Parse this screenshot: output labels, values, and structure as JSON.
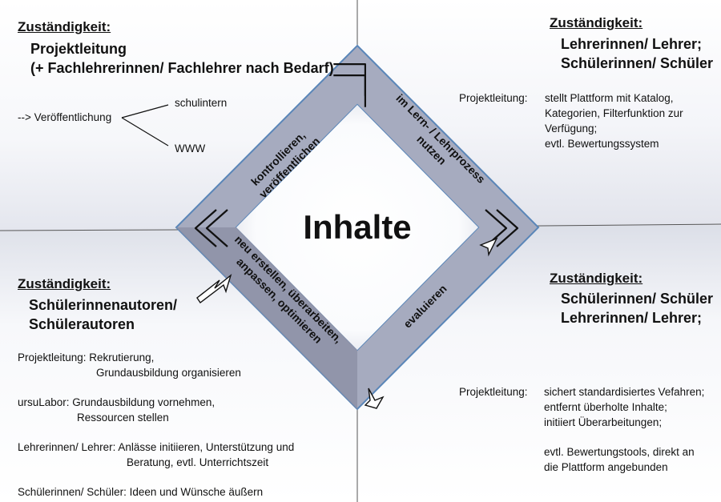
{
  "center_label": "Inhalte",
  "cycle_labels": {
    "top_left": [
      "kontrollieren,",
      "veröffentlichen"
    ],
    "top_right": [
      "im Lern- / Lehrprozess",
      "nutzen"
    ],
    "bottom_right": [
      "evaluieren"
    ],
    "bottom_left": [
      "neu erstellen, überarbeiten,",
      "anpassen, optimieren"
    ]
  },
  "top_left": {
    "heading": "Zuständigkeit:",
    "roles": [
      "Projektleitung",
      "(+ Fachlehrerinnen/ Fachlehrer nach Bedarf)"
    ],
    "publication": {
      "label": "--> Veröffentlichung",
      "branch_a": "schulintern",
      "branch_b": "WWW"
    }
  },
  "top_right": {
    "heading": "Zuständigkeit:",
    "roles": [
      "Lehrerinnen/ Lehrer;",
      "Schülerinnen/ Schüler"
    ],
    "label": "Projektleitung:",
    "lines": [
      "stellt Plattform mit Katalog,",
      "Kategorien, Filterfunktion zur",
      "Verfügung;",
      "evtl. Bewertungssystem"
    ]
  },
  "bottom_left": {
    "heading": "Zuständigkeit:",
    "roles": [
      "Schülerinnenautoren/",
      "Schülerautoren"
    ],
    "tasks": [
      {
        "line1": "Projektleitung: Rekrutierung,",
        "line2": "Grundausbildung organisieren"
      },
      {
        "line1": "ursuLabor: Grundausbildung vornehmen,",
        "line2": "Ressourcen stellen"
      },
      {
        "line1": "Lehrerinnen/ Lehrer: Anlässe initiieren, Unterstützung und",
        "line2": "Beratung, evtl. Unterrichtszeit"
      },
      {
        "line1": "Schülerinnen/ Schüler: Ideen und Wünsche äußern",
        "line2": ""
      }
    ]
  },
  "bottom_right": {
    "heading": "Zuständigkeit:",
    "roles": [
      "Schülerinnen/ Schüler",
      "Lehrerinnen/ Lehrer;"
    ],
    "label": "Projektleitung:",
    "lines": [
      "sichert standardisiertes Vefahren;",
      "entfernt überholte Inhalte;",
      "initiiert Überarbeitungen;",
      "",
      "evtl. Bewertungstools, direkt an",
      "die Plattform angebunden"
    ]
  },
  "colors": {
    "band_fill": "#a6abbf",
    "band_stroke": "#5a86b8",
    "divider": "#555555",
    "center_text": "#111111"
  }
}
